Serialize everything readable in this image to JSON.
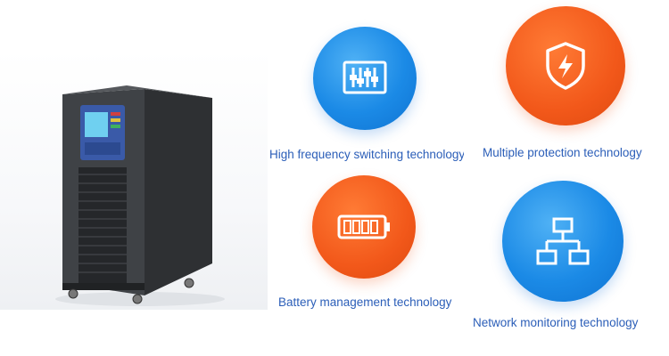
{
  "features": [
    {
      "label": "High frequency switching technology",
      "icon": "equalizer-icon",
      "color": "#1b8ae6"
    },
    {
      "label": "Multiple protection technology",
      "icon": "shield-bolt-icon",
      "color": "#f2581a"
    },
    {
      "label": "Battery management technology",
      "icon": "battery-icon",
      "color": "#f2581a"
    },
    {
      "label": "Network monitoring technology",
      "icon": "network-icon",
      "color": "#1b8ae6"
    }
  ]
}
